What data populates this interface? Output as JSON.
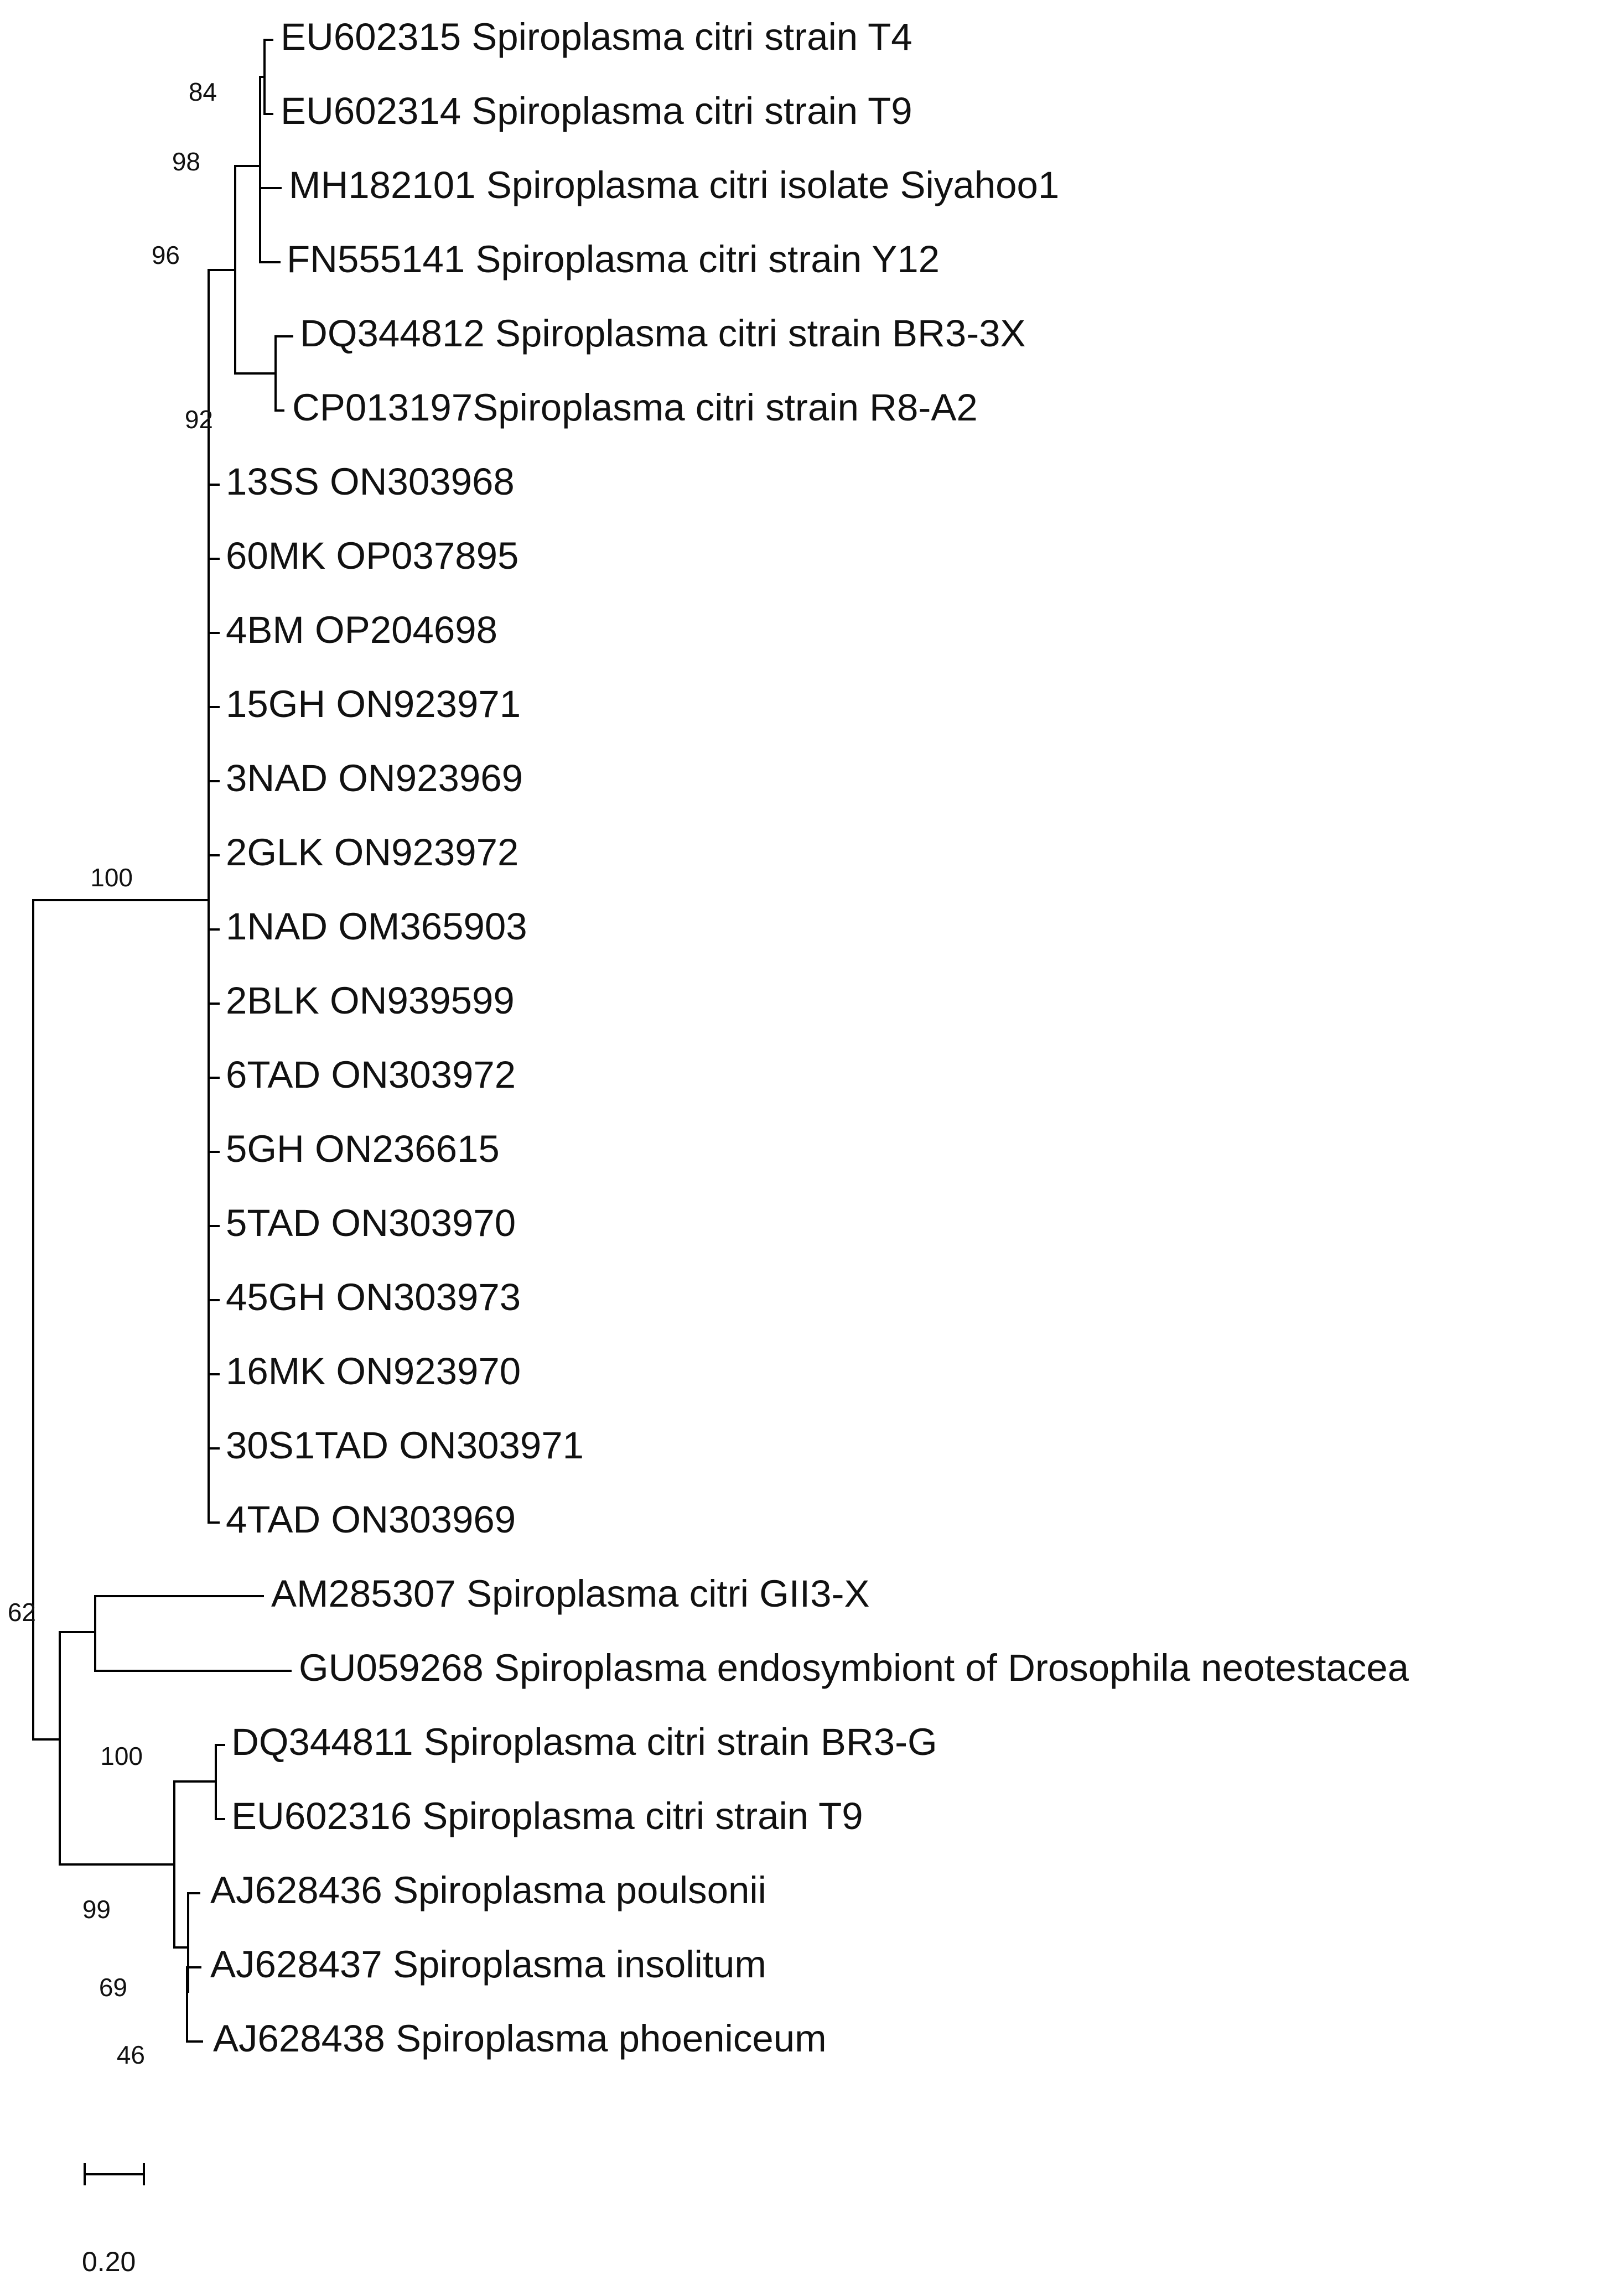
{
  "tree": {
    "taxa": [
      {
        "id": "t1",
        "label": "EU602315 Spiroplasma citri strain T4"
      },
      {
        "id": "t2",
        "label": "EU602314 Spiroplasma citri strain T9"
      },
      {
        "id": "t3",
        "label": "MH182101 Spiroplasma citri isolate Siyahoo1"
      },
      {
        "id": "t4",
        "label": "FN555141 Spiroplasma citri strain Y12"
      },
      {
        "id": "t5",
        "label": "DQ344812 Spiroplasma citri strain BR3-3X"
      },
      {
        "id": "t6",
        "label": "CP013197Spiroplasma citri strain R8-A2"
      },
      {
        "id": "t7",
        "label": "13SS ON303968"
      },
      {
        "id": "t8",
        "label": "60MK OP037895"
      },
      {
        "id": "t9",
        "label": "4BM OP204698"
      },
      {
        "id": "t10",
        "label": "15GH ON923971"
      },
      {
        "id": "t11",
        "label": "3NAD ON923969"
      },
      {
        "id": "t12",
        "label": "2GLK ON923972"
      },
      {
        "id": "t13",
        "label": "1NAD OM365903"
      },
      {
        "id": "t14",
        "label": "2BLK ON939599"
      },
      {
        "id": "t15",
        "label": "6TAD ON303972"
      },
      {
        "id": "t16",
        "label": "5GH ON236615"
      },
      {
        "id": "t17",
        "label": "5TAD ON303970"
      },
      {
        "id": "t18",
        "label": "45GH ON303973"
      },
      {
        "id": "t19",
        "label": "16MK ON923970"
      },
      {
        "id": "t20",
        "label": "30S1TAD ON303971"
      },
      {
        "id": "t21",
        "label": "4TAD ON303969"
      },
      {
        "id": "t22",
        "label": "AM285307 Spiroplasma citri GII3-X"
      },
      {
        "id": "t23",
        "label": "GU059268 Spiroplasma endosymbiont of Drosophila neotestacea"
      },
      {
        "id": "t24",
        "label": "DQ344811 Spiroplasma citri strain BR3-G"
      },
      {
        "id": "t25",
        "label": "EU602316 Spiroplasma citri strain T9"
      },
      {
        "id": "t26",
        "label": "AJ628436 Spiroplasma poulsonii"
      },
      {
        "id": "t27",
        "label": "AJ628437 Spiroplasma insolitum"
      },
      {
        "id": "t28",
        "label": "AJ628438 Spiroplasma phoeniceum"
      }
    ],
    "bootstrap": [
      {
        "id": "b84",
        "value": "84"
      },
      {
        "id": "b98",
        "value": "98"
      },
      {
        "id": "b96",
        "value": "96"
      },
      {
        "id": "b92",
        "value": "92"
      },
      {
        "id": "b100a",
        "value": "100"
      },
      {
        "id": "b62",
        "value": "62"
      },
      {
        "id": "b100b",
        "value": "100"
      },
      {
        "id": "b99",
        "value": "99"
      },
      {
        "id": "b69",
        "value": "69"
      },
      {
        "id": "b46",
        "value": "46"
      }
    ],
    "scale_bar": {
      "label": "0.20"
    }
  }
}
